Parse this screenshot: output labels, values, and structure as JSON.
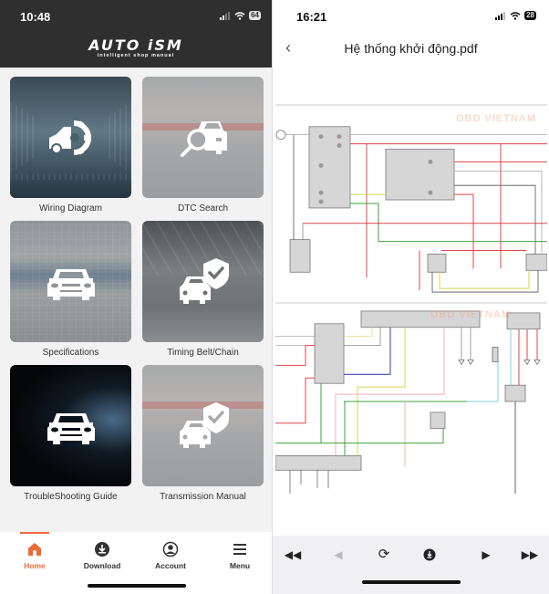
{
  "left_phone": {
    "status_bar": {
      "time": "10:48",
      "battery": "64"
    },
    "header": {
      "brand": "AUTO iSM",
      "tagline": "intelligent shop manual"
    },
    "tiles": [
      {
        "label": "Wiring Diagram",
        "icon": "car-gear-icon"
      },
      {
        "label": "DTC Search",
        "icon": "car-search-icon"
      },
      {
        "label": "Specifications",
        "icon": "car-front-icon"
      },
      {
        "label": "Timing Belt/Chain",
        "icon": "car-shield-check-icon"
      },
      {
        "label": "TroubleShooting Guide",
        "icon": "car-front-icon"
      },
      {
        "label": "Transmission Manual",
        "icon": "car-shield-check-icon"
      }
    ],
    "tabbar": {
      "active": "Home",
      "accent_color": "#ee6a3a",
      "items": [
        {
          "label": "Home",
          "icon": "home-icon"
        },
        {
          "label": "Download",
          "icon": "download-circle-icon"
        },
        {
          "label": "Account",
          "icon": "account-circle-icon"
        },
        {
          "label": "Menu",
          "icon": "hamburger-menu-icon"
        }
      ]
    }
  },
  "right_phone": {
    "status_bar": {
      "time": "16:21",
      "battery": "28"
    },
    "navbar": {
      "back_icon": "chevron-left-icon",
      "title": "Hệ thống khởi động.pdf"
    },
    "document": {
      "watermark": "OBD VIETNAM",
      "pages": 2,
      "wire_colors": [
        "#e0454a",
        "#3ea33e",
        "#d8d44a",
        "#3b4fb8",
        "#7fd0e0",
        "#f0b0b8",
        "#555555"
      ]
    },
    "controls": [
      {
        "name": "first-page",
        "glyph": "◀◀",
        "enabled": true
      },
      {
        "name": "previous-page",
        "glyph": "◀",
        "enabled": false
      },
      {
        "name": "rotate",
        "glyph": "⟳",
        "enabled": true
      },
      {
        "name": "download",
        "glyph": "⬇",
        "enabled": true
      },
      {
        "name": "next-page",
        "glyph": "▶",
        "enabled": true
      },
      {
        "name": "last-page",
        "glyph": "▶▶",
        "enabled": true
      }
    ]
  }
}
